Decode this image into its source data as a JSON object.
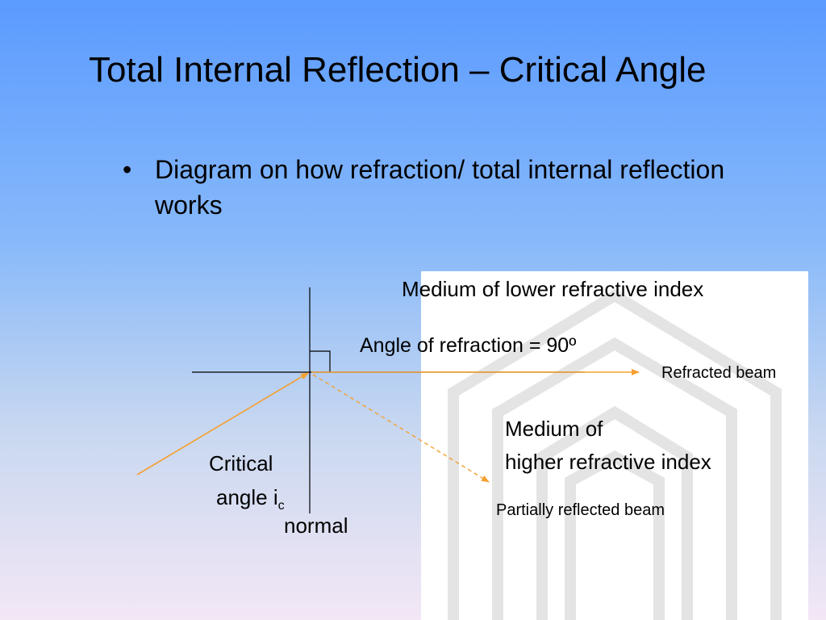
{
  "slide": {
    "title": "Total Internal Reflection – Critical Angle",
    "bullet": {
      "marker": "•",
      "text": "Diagram on how refraction/ total internal reflection works"
    }
  },
  "diagram": {
    "medium_lower": "Medium of lower refractive index",
    "angle_of_refraction": "Angle of refraction = 90º",
    "refracted_beam": "Refracted beam",
    "medium_higher_line1": "Medium of",
    "medium_higher_line2": "higher refractive index",
    "critical_line1": "Critical",
    "critical_line2": "angle i",
    "critical_subscript": "c",
    "normal": "normal",
    "partially_reflected": "Partially reflected beam"
  },
  "colors": {
    "beam": "#f5a030",
    "line": "#000000",
    "watermark": "#e6e6e6"
  }
}
